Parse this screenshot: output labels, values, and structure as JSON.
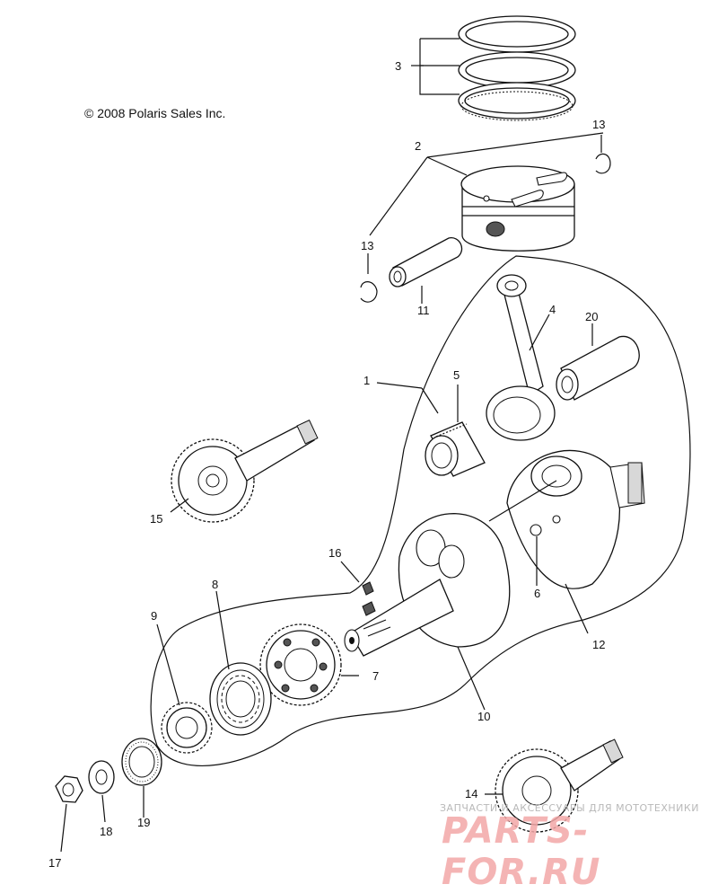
{
  "copyright": "© 2008 Polaris Sales Inc.",
  "callouts": [
    "1",
    "2",
    "3",
    "4",
    "5",
    "6",
    "7",
    "8",
    "9",
    "10",
    "11",
    "12",
    "13",
    "13",
    "14",
    "15",
    "16",
    "17",
    "18",
    "19",
    "20"
  ],
  "watermark": {
    "small": "ЗАПЧАСТИ И АКСЕССУАРЫ ДЛЯ МОТОТЕХНИКИ",
    "big": "PARTS-FOR.RU"
  }
}
